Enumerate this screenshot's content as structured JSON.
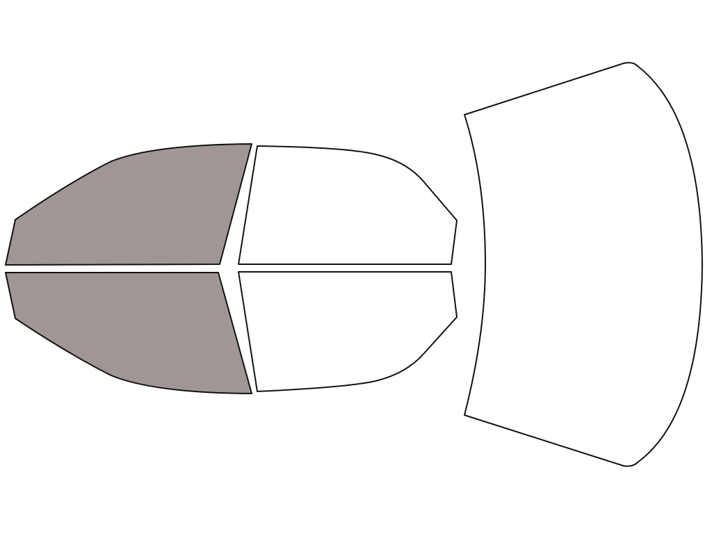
{
  "colors": {
    "background": "#ffffff",
    "outline": "#111111",
    "tinted": "#a09696",
    "untinted": "#ffffff"
  },
  "windows": [
    {
      "id": "front-left",
      "tinted": true
    },
    {
      "id": "front-right",
      "tinted": true
    },
    {
      "id": "rear-left",
      "tinted": false
    },
    {
      "id": "rear-right",
      "tinted": false
    },
    {
      "id": "back-windshield",
      "tinted": false
    }
  ]
}
